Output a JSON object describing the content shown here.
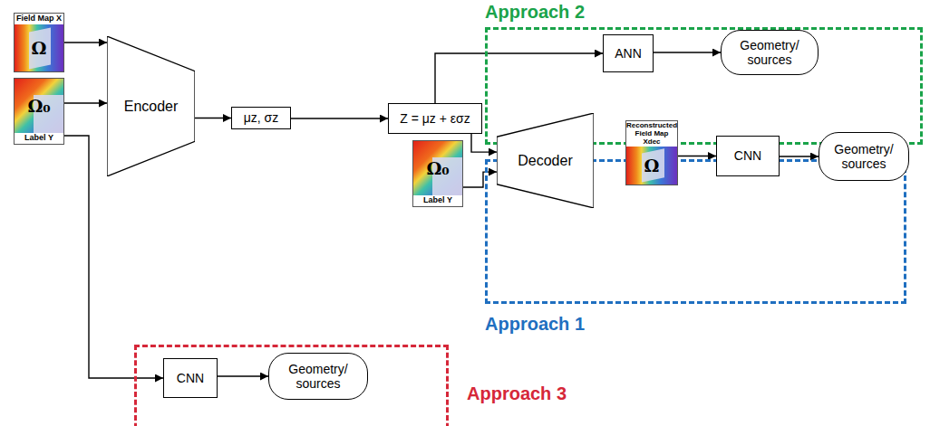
{
  "diagram": {
    "nodes": [
      {
        "text": [
          "Field Map X",
          "Ω"
        ]
      },
      {
        "text": [
          "Ω₀",
          "Label Y"
        ]
      },
      {
        "text": [
          "Encoder"
        ]
      },
      {
        "text": [
          "μz, σz"
        ]
      },
      {
        "text": [
          "Z = μz + εσz"
        ]
      },
      {
        "text": [
          "Approach 2"
        ]
      },
      {
        "text": [
          "ANN"
        ],
        "in": 5
      },
      {
        "text": [
          "Geometry/ sources"
        ],
        "in": 5
      },
      {
        "text": [
          "Ω₀",
          "Label Y"
        ]
      },
      {
        "text": [
          "Approach 1"
        ]
      },
      {
        "text": [
          "Decoder"
        ],
        "in": 9
      },
      {
        "text": [
          "Reconstructed Field Map Xdec",
          "Ω"
        ],
        "in": 9
      },
      {
        "text": [
          "CNN"
        ],
        "in": 9
      },
      {
        "text": [
          "Geometry/ sources"
        ],
        "in": 9
      },
      {
        "text": [
          "Approach 3"
        ]
      },
      {
        "text": [
          "CNN"
        ],
        "in": 14
      },
      {
        "text": [
          "Geometry/ sources"
        ],
        "in": 14
      }
    ],
    "edges": [
      {
        "from": 0,
        "to": 2,
        "arrow": "to"
      },
      {
        "from": 1,
        "to": 2,
        "arrow": "to"
      },
      {
        "from": 2,
        "to": 3,
        "arrow": "to"
      },
      {
        "from": 3,
        "to": 4,
        "arrow": "to"
      },
      {
        "from": 4,
        "to": 6,
        "arrow": "to"
      },
      {
        "from": 6,
        "to": 7,
        "arrow": "to"
      },
      {
        "from": 4,
        "to": 10,
        "arrow": "to"
      },
      {
        "from": 8,
        "to": 10,
        "arrow": "to"
      },
      {
        "from": 11,
        "to": 12,
        "arrow": "to"
      },
      {
        "from": 12,
        "to": 13,
        "arrow": "to"
      },
      {
        "from": 1,
        "to": 15,
        "arrow": "to"
      },
      {
        "from": 15,
        "to": 16,
        "arrow": "to"
      }
    ]
  }
}
